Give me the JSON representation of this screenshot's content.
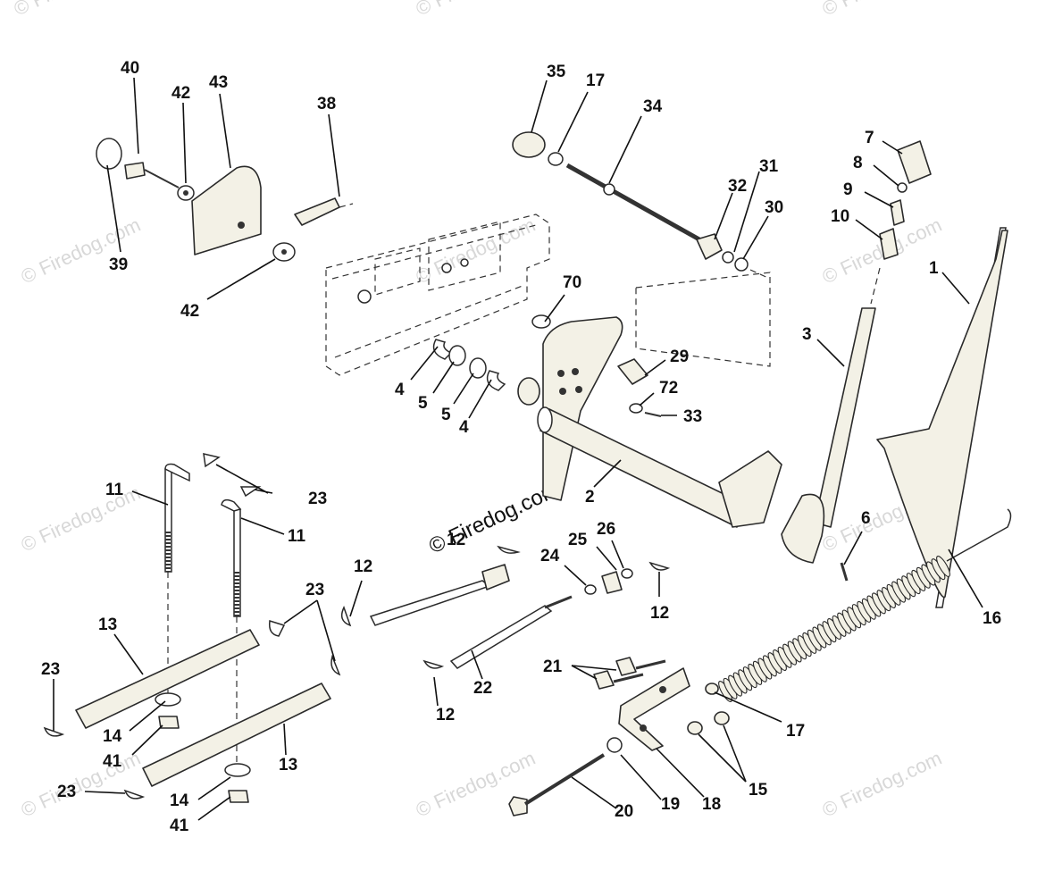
{
  "watermark": {
    "text": "© Firedog.com",
    "center_text": "© Firedog.com"
  },
  "callouts": [
    {
      "id": "c40a",
      "label": "40"
    },
    {
      "id": "c42a",
      "label": "42"
    },
    {
      "id": "c43",
      "label": "43"
    },
    {
      "id": "c38",
      "label": "38"
    },
    {
      "id": "c39",
      "label": "39"
    },
    {
      "id": "c42b",
      "label": "42"
    },
    {
      "id": "c35",
      "label": "35"
    },
    {
      "id": "c17a",
      "label": "17"
    },
    {
      "id": "c34",
      "label": "34"
    },
    {
      "id": "c7",
      "label": "7"
    },
    {
      "id": "c8",
      "label": "8"
    },
    {
      "id": "c9",
      "label": "9"
    },
    {
      "id": "c10",
      "label": "10"
    },
    {
      "id": "c31",
      "label": "31"
    },
    {
      "id": "c32",
      "label": "32"
    },
    {
      "id": "c30",
      "label": "30"
    },
    {
      "id": "c1",
      "label": "1"
    },
    {
      "id": "c3",
      "label": "3"
    },
    {
      "id": "c70",
      "label": "70"
    },
    {
      "id": "c29",
      "label": "29"
    },
    {
      "id": "c72",
      "label": "72"
    },
    {
      "id": "c33",
      "label": "33"
    },
    {
      "id": "c4a",
      "label": "4"
    },
    {
      "id": "c5a",
      "label": "5"
    },
    {
      "id": "c5b",
      "label": "5"
    },
    {
      "id": "c4b",
      "label": "4"
    },
    {
      "id": "c2",
      "label": "2"
    },
    {
      "id": "c6",
      "label": "6"
    },
    {
      "id": "c11a",
      "label": "11"
    },
    {
      "id": "c23a",
      "label": "23"
    },
    {
      "id": "c11b",
      "label": "11"
    },
    {
      "id": "c12a",
      "label": "12"
    },
    {
      "id": "c12b",
      "label": "12"
    },
    {
      "id": "c25",
      "label": "25"
    },
    {
      "id": "c26",
      "label": "26"
    },
    {
      "id": "c24",
      "label": "24"
    },
    {
      "id": "c12c",
      "label": "12"
    },
    {
      "id": "c16",
      "label": "16"
    },
    {
      "id": "c23b",
      "label": "23"
    },
    {
      "id": "c13a",
      "label": "13"
    },
    {
      "id": "c23c",
      "label": "23"
    },
    {
      "id": "c14a",
      "label": "14"
    },
    {
      "id": "c41a",
      "label": "41"
    },
    {
      "id": "c13b",
      "label": "13"
    },
    {
      "id": "c22",
      "label": "22"
    },
    {
      "id": "c12d",
      "label": "12"
    },
    {
      "id": "c21",
      "label": "21"
    },
    {
      "id": "c17b",
      "label": "17"
    },
    {
      "id": "c15",
      "label": "15"
    },
    {
      "id": "c23d",
      "label": "23"
    },
    {
      "id": "c14b",
      "label": "14"
    },
    {
      "id": "c41b",
      "label": "41"
    },
    {
      "id": "c20",
      "label": "20"
    },
    {
      "id": "c19",
      "label": "19"
    },
    {
      "id": "c18",
      "label": "18"
    }
  ]
}
